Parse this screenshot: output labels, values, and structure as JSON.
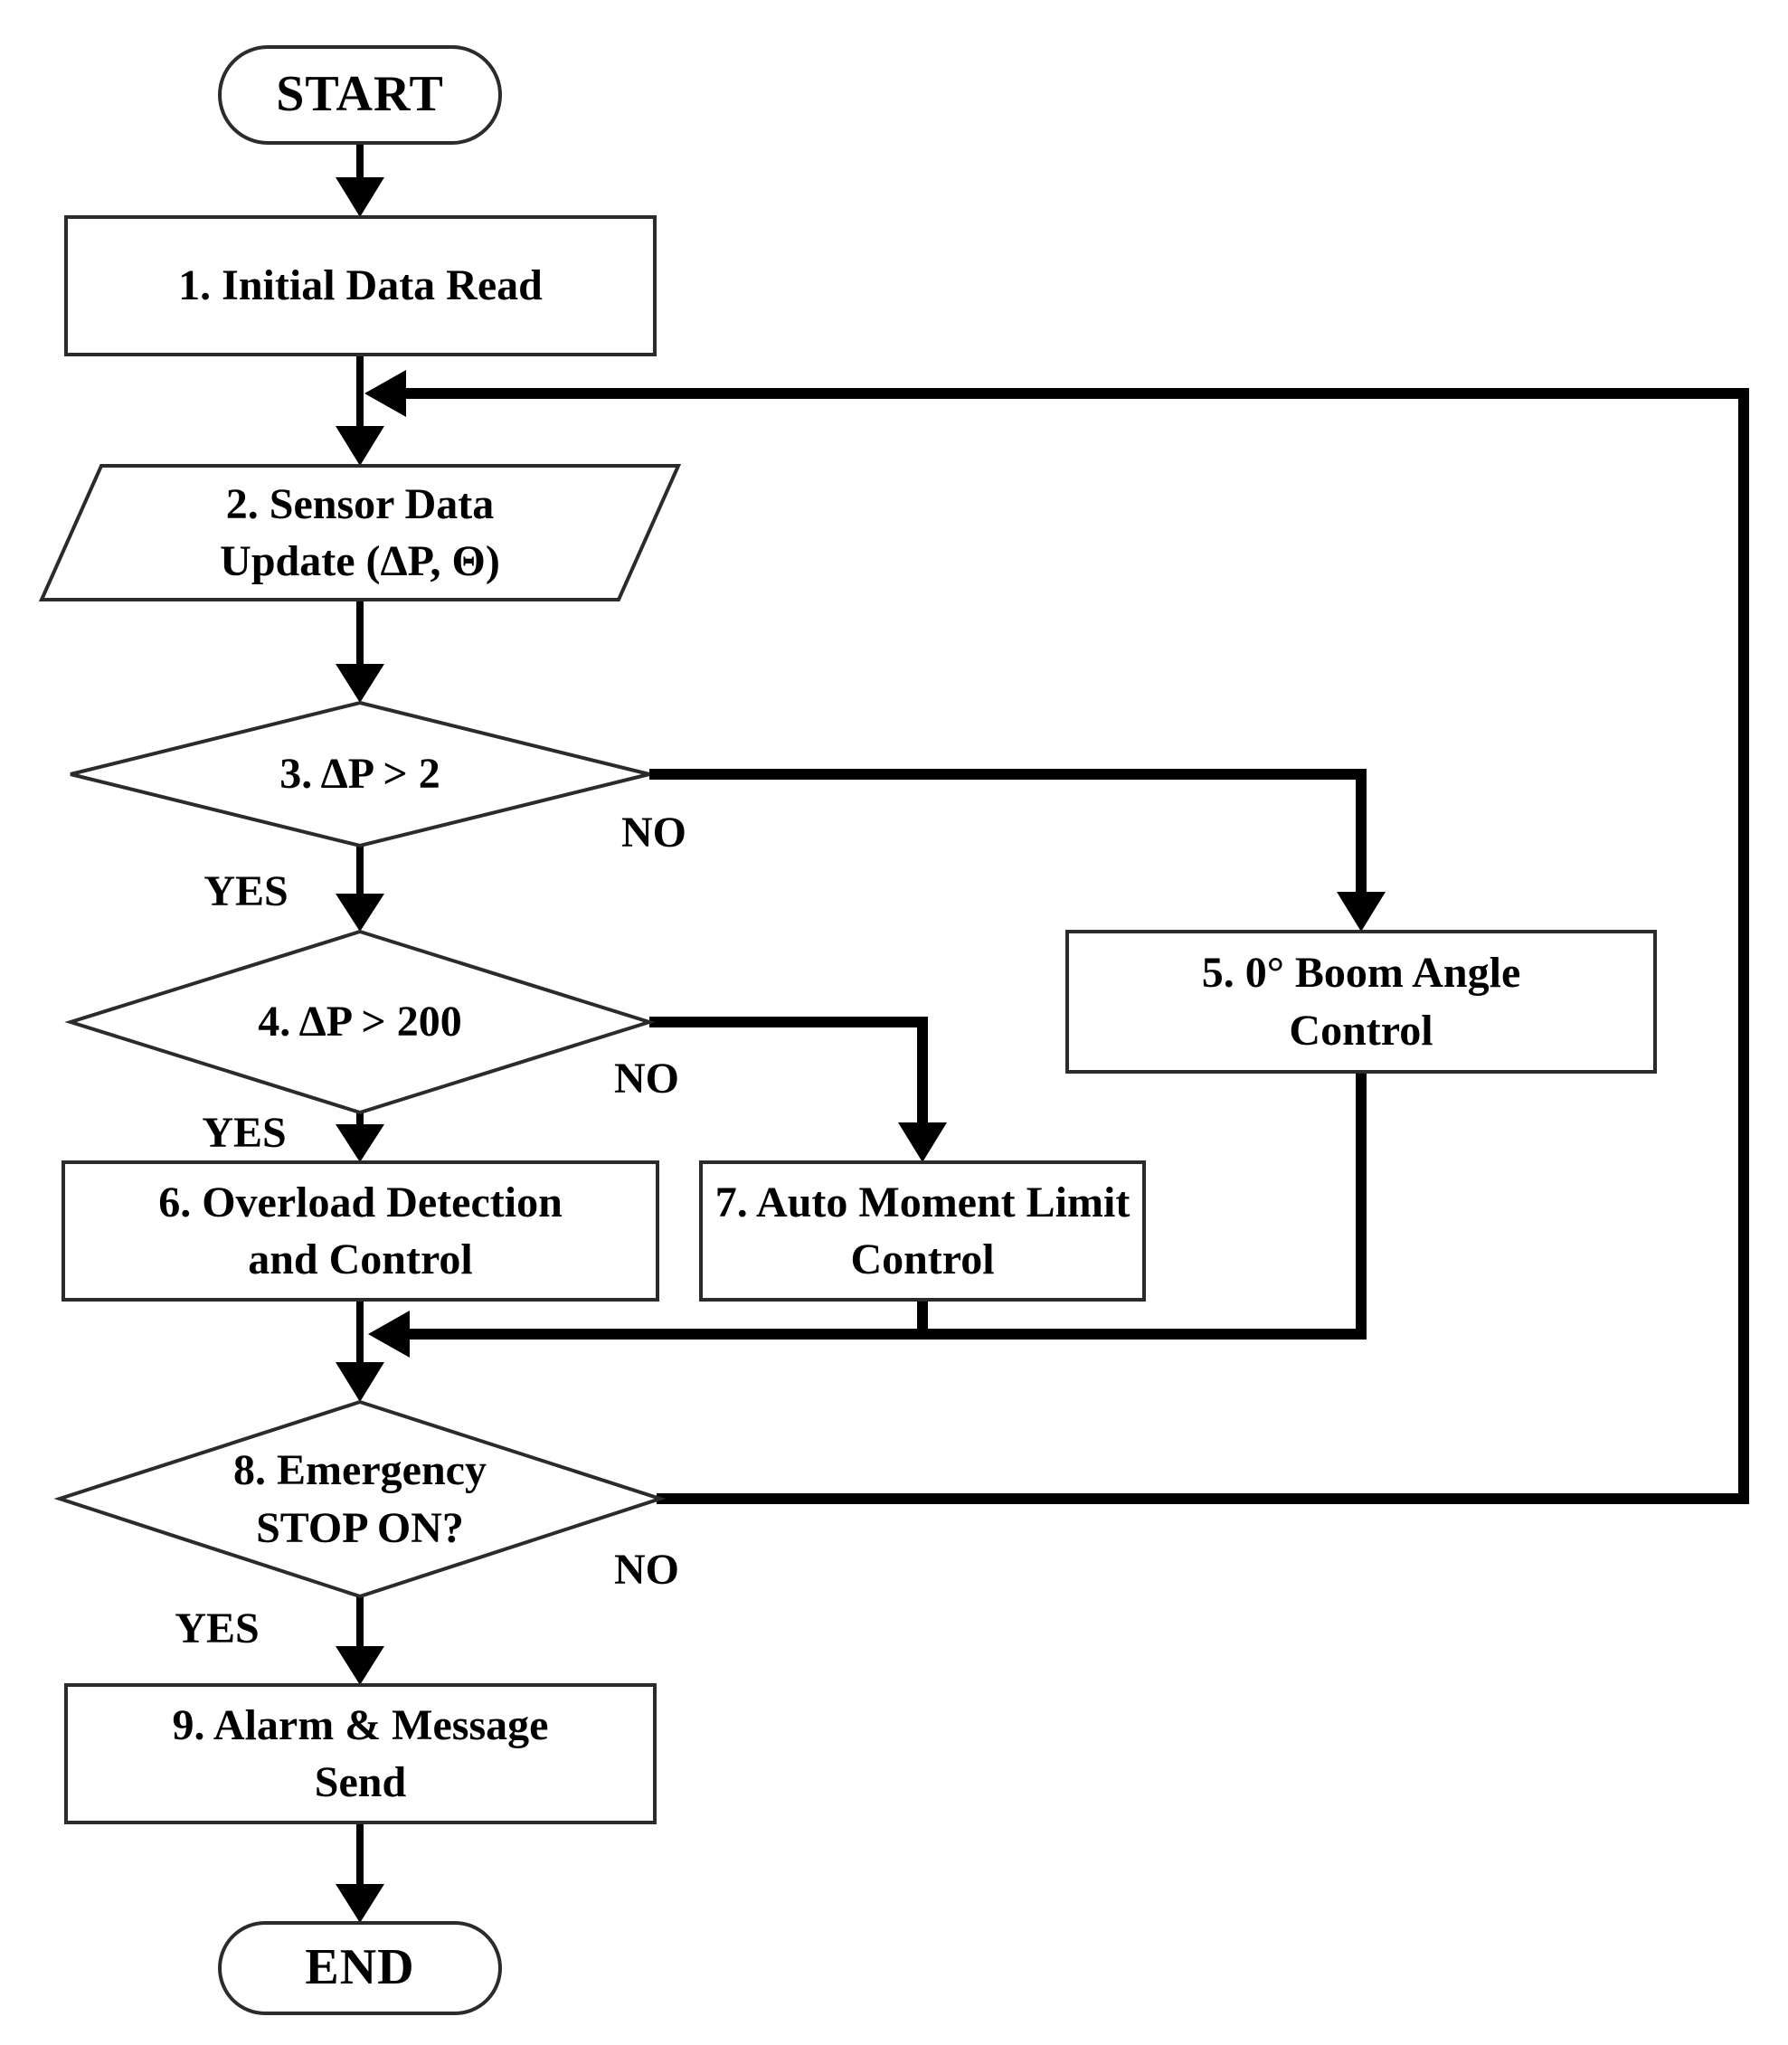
{
  "diagram": {
    "type": "flowchart",
    "background": "#ffffff",
    "colors": {
      "line": "#000000",
      "shape_border": "#2b2b2b",
      "text": "#000000"
    },
    "nodes": {
      "start": {
        "label": "START",
        "shape": "terminator"
      },
      "n1": {
        "label": "1. Initial Data Read",
        "shape": "process"
      },
      "n2": {
        "label": "2. Sensor Data\nUpdate (ΔP, Θ)",
        "shape": "input-output"
      },
      "n3": {
        "label": "3. ΔP > 2",
        "shape": "decision"
      },
      "n4": {
        "label": "4. ΔP > 200",
        "shape": "decision"
      },
      "n5": {
        "label": "5. 0° Boom Angle\nControl",
        "shape": "process"
      },
      "n6": {
        "label": "6. Overload Detection\nand Control",
        "shape": "process"
      },
      "n7": {
        "label": "7. Auto Moment Limit\nControl",
        "shape": "process"
      },
      "n8": {
        "label": "8. Emergency\nSTOP ON?",
        "shape": "decision"
      },
      "n9": {
        "label": "9. Alarm & Message\nSend",
        "shape": "process"
      },
      "end": {
        "label": "END",
        "shape": "terminator"
      }
    },
    "edge_labels": {
      "d3_yes": "YES",
      "d3_no": "NO",
      "d4_yes": "YES",
      "d4_no": "NO",
      "d8_yes": "YES",
      "d8_no": "NO"
    },
    "edges": [
      "START -> 1. Initial Data Read",
      "1. Initial Data Read -> 2. Sensor Data Update (ΔP, Θ)",
      "2. Sensor Data Update (ΔP, Θ) -> 3. ΔP > 2",
      "3. ΔP > 2 -YES-> 4. ΔP > 200",
      "3. ΔP > 2 -NO-> 5. 0° Boom Angle Control",
      "4. ΔP > 200 -YES-> 6. Overload Detection and Control",
      "4. ΔP > 200 -NO-> 7. Auto Moment Limit Control",
      "5. 0° Boom Angle Control -> 8. Emergency STOP ON?",
      "6. Overload Detection and Control -> 8. Emergency STOP ON?",
      "7. Auto Moment Limit Control -> 8. Emergency STOP ON?",
      "8. Emergency STOP ON? -YES-> 9. Alarm & Message Send",
      "8. Emergency STOP ON? -NO-> 2. Sensor Data Update (ΔP, Θ)",
      "9. Alarm & Message Send -> END"
    ]
  }
}
